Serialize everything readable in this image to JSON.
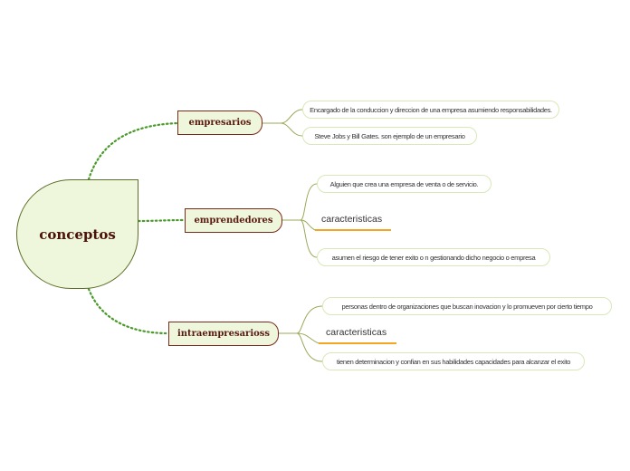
{
  "central": {
    "label": "conceptos"
  },
  "branches": [
    {
      "label": "empresarios",
      "children": [
        "Encargado de la conduccion y direccion de una empresa asumiendo responsabilidades.",
        "Steve Jobs y Bill Gates. son ejemplo de un empresario"
      ]
    },
    {
      "label": "emprendedores",
      "children": [
        "Alguien que crea una empresa de venta o de servicio.",
        "caracteristicas",
        "asumen el riesgo de tener exito o n gestionando dicho negocio o empresa"
      ]
    },
    {
      "label": "intraempresarioss",
      "children": [
        "personas dentro de organizaciones que buscan inovacion y lo promueven por cierto tiempo",
        "caracteristicas",
        "tienen determinacion y confian en sus habilidades capacidades para alcanzar el exito"
      ]
    }
  ],
  "colors": {
    "node_fill": "#eef7dc",
    "dotted_connector": "#4a9a2a",
    "sub_connector": "#9aaa5a",
    "underline": "#f2a622"
  }
}
